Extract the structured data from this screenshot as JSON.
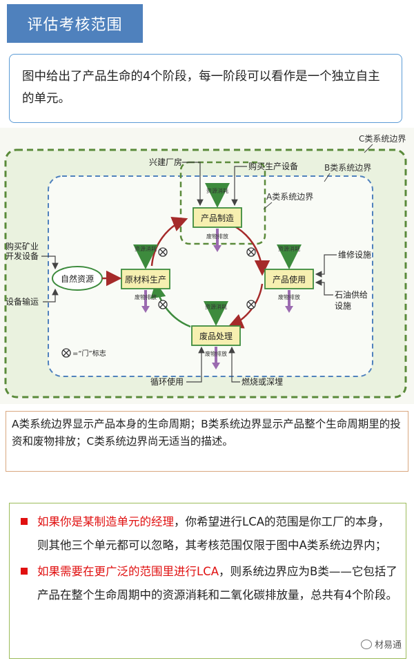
{
  "header": {
    "title": "评估考核范围"
  },
  "intro": {
    "text": "图中给出了产品生命的4个阶段，每一阶段可以看作是一个独立自主的单元。"
  },
  "diagram": {
    "boundary_c": "C类系统边界",
    "boundary_b": "B类系统边界",
    "boundary_a": "A类系统边界",
    "nodes": {
      "nature": "自然资源",
      "raw": "原材料生产",
      "mfg": "产品制造",
      "use": "产品使用",
      "waste": "废品处理"
    },
    "inputs": {
      "factory": "兴建厂房",
      "equipment": "购买生产设备",
      "mining_1": "购买矿业",
      "mining_2": "开发设备",
      "transport": "设备输运",
      "maintenance": "维修设施",
      "oil_1": "石油供给",
      "oil_2": "设施",
      "recycle": "循环使用",
      "burn": "燃烧或深埋"
    },
    "flows": {
      "resource": "资源消耗",
      "emission": "废物排放"
    },
    "legend": "=“门”标志"
  },
  "note": {
    "text": "A类系统边界显示产品本身的生命周期；B类系统边界显示产品整个生命周期里的投资和废物排放；C类系统边界尚无适当的描述。"
  },
  "bullets": [
    {
      "red": "如果你是某制造单元的经理",
      "text": "，你希望进行LCA的范围是你工厂的本身，则其他三个单元都可以忽略，其考核范围仅限于图中A类系统边界内；"
    },
    {
      "red": "如果需要在更广泛的范围里进行LCA",
      "text": "，则系统边界应为B类——它包括了产品在整个生命周期中的资源消耗和二氧化碳排放量，总共有4个阶段。"
    }
  ],
  "watermark": {
    "text": "材易通"
  },
  "colors": {
    "title_bg": "#4f81bd",
    "accent_red": "#e01010",
    "boundary_green": "#5a8a3a",
    "boundary_blue": "#4f81bd"
  }
}
